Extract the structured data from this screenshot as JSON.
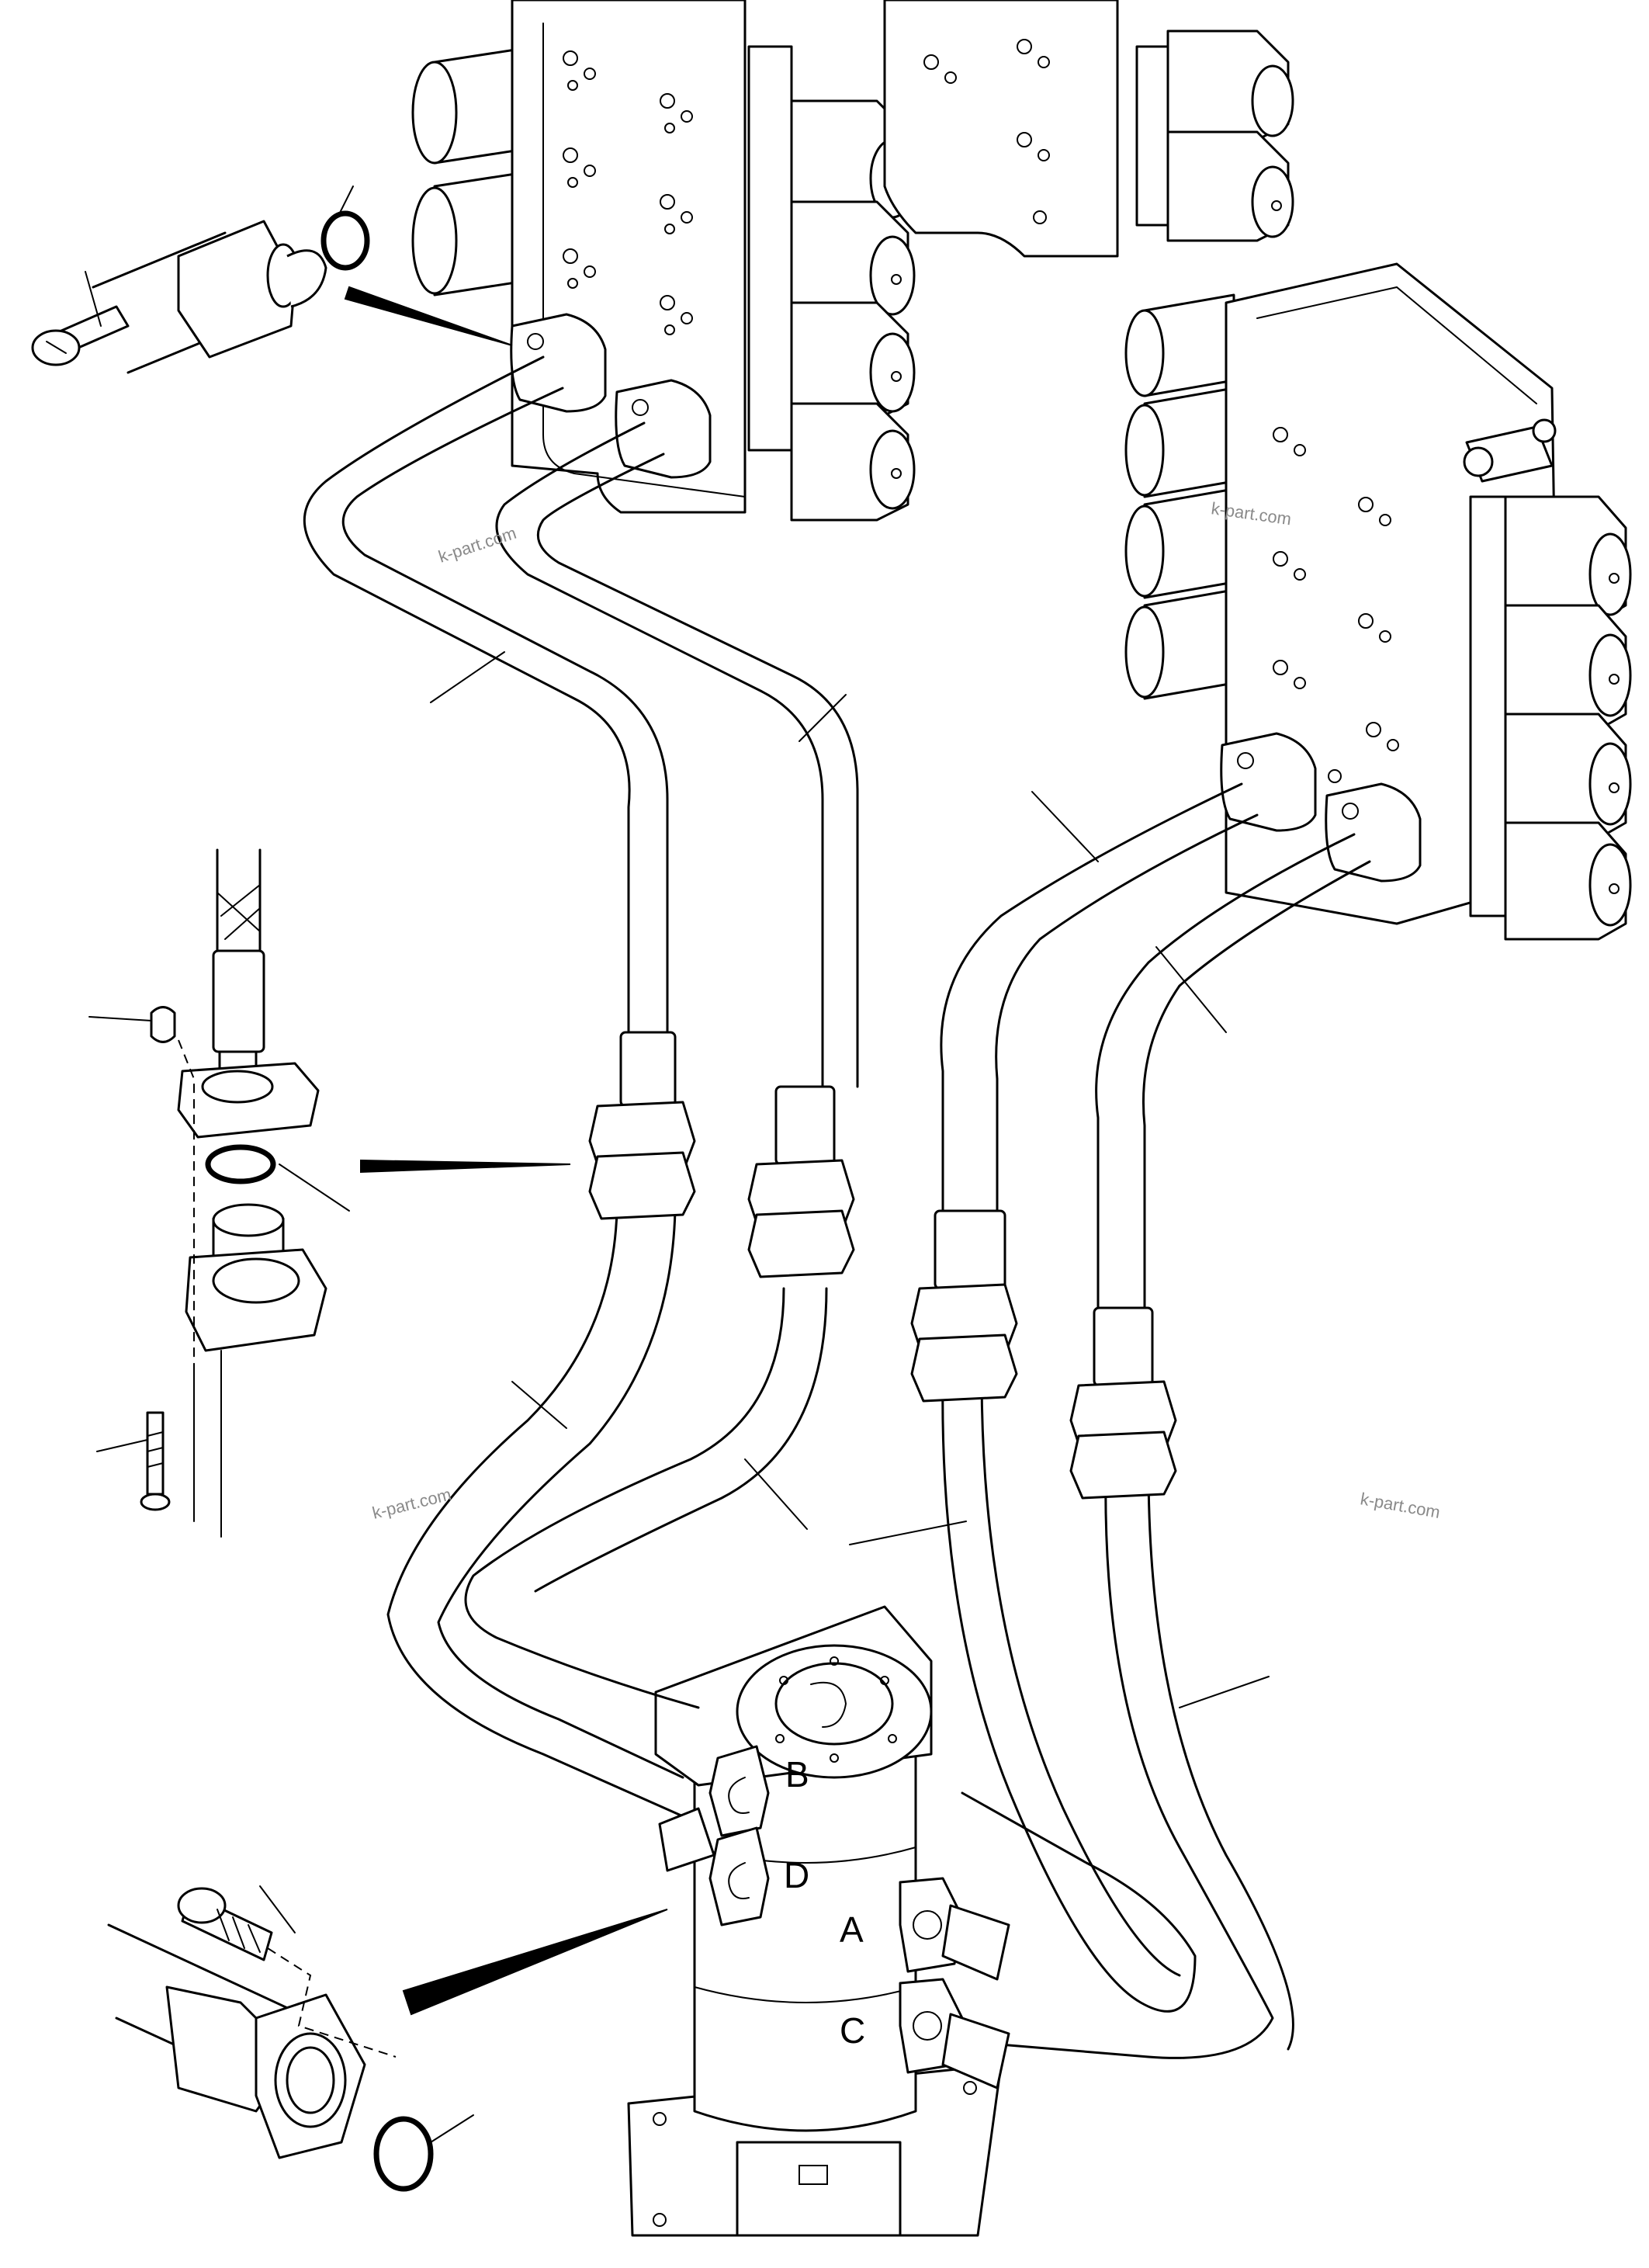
{
  "ports": {
    "a": "A",
    "b": "B",
    "c": "C",
    "d": "D"
  },
  "watermarks": [
    "k-part.com",
    "k-part.com",
    "k-part.com",
    "k-part.com"
  ]
}
